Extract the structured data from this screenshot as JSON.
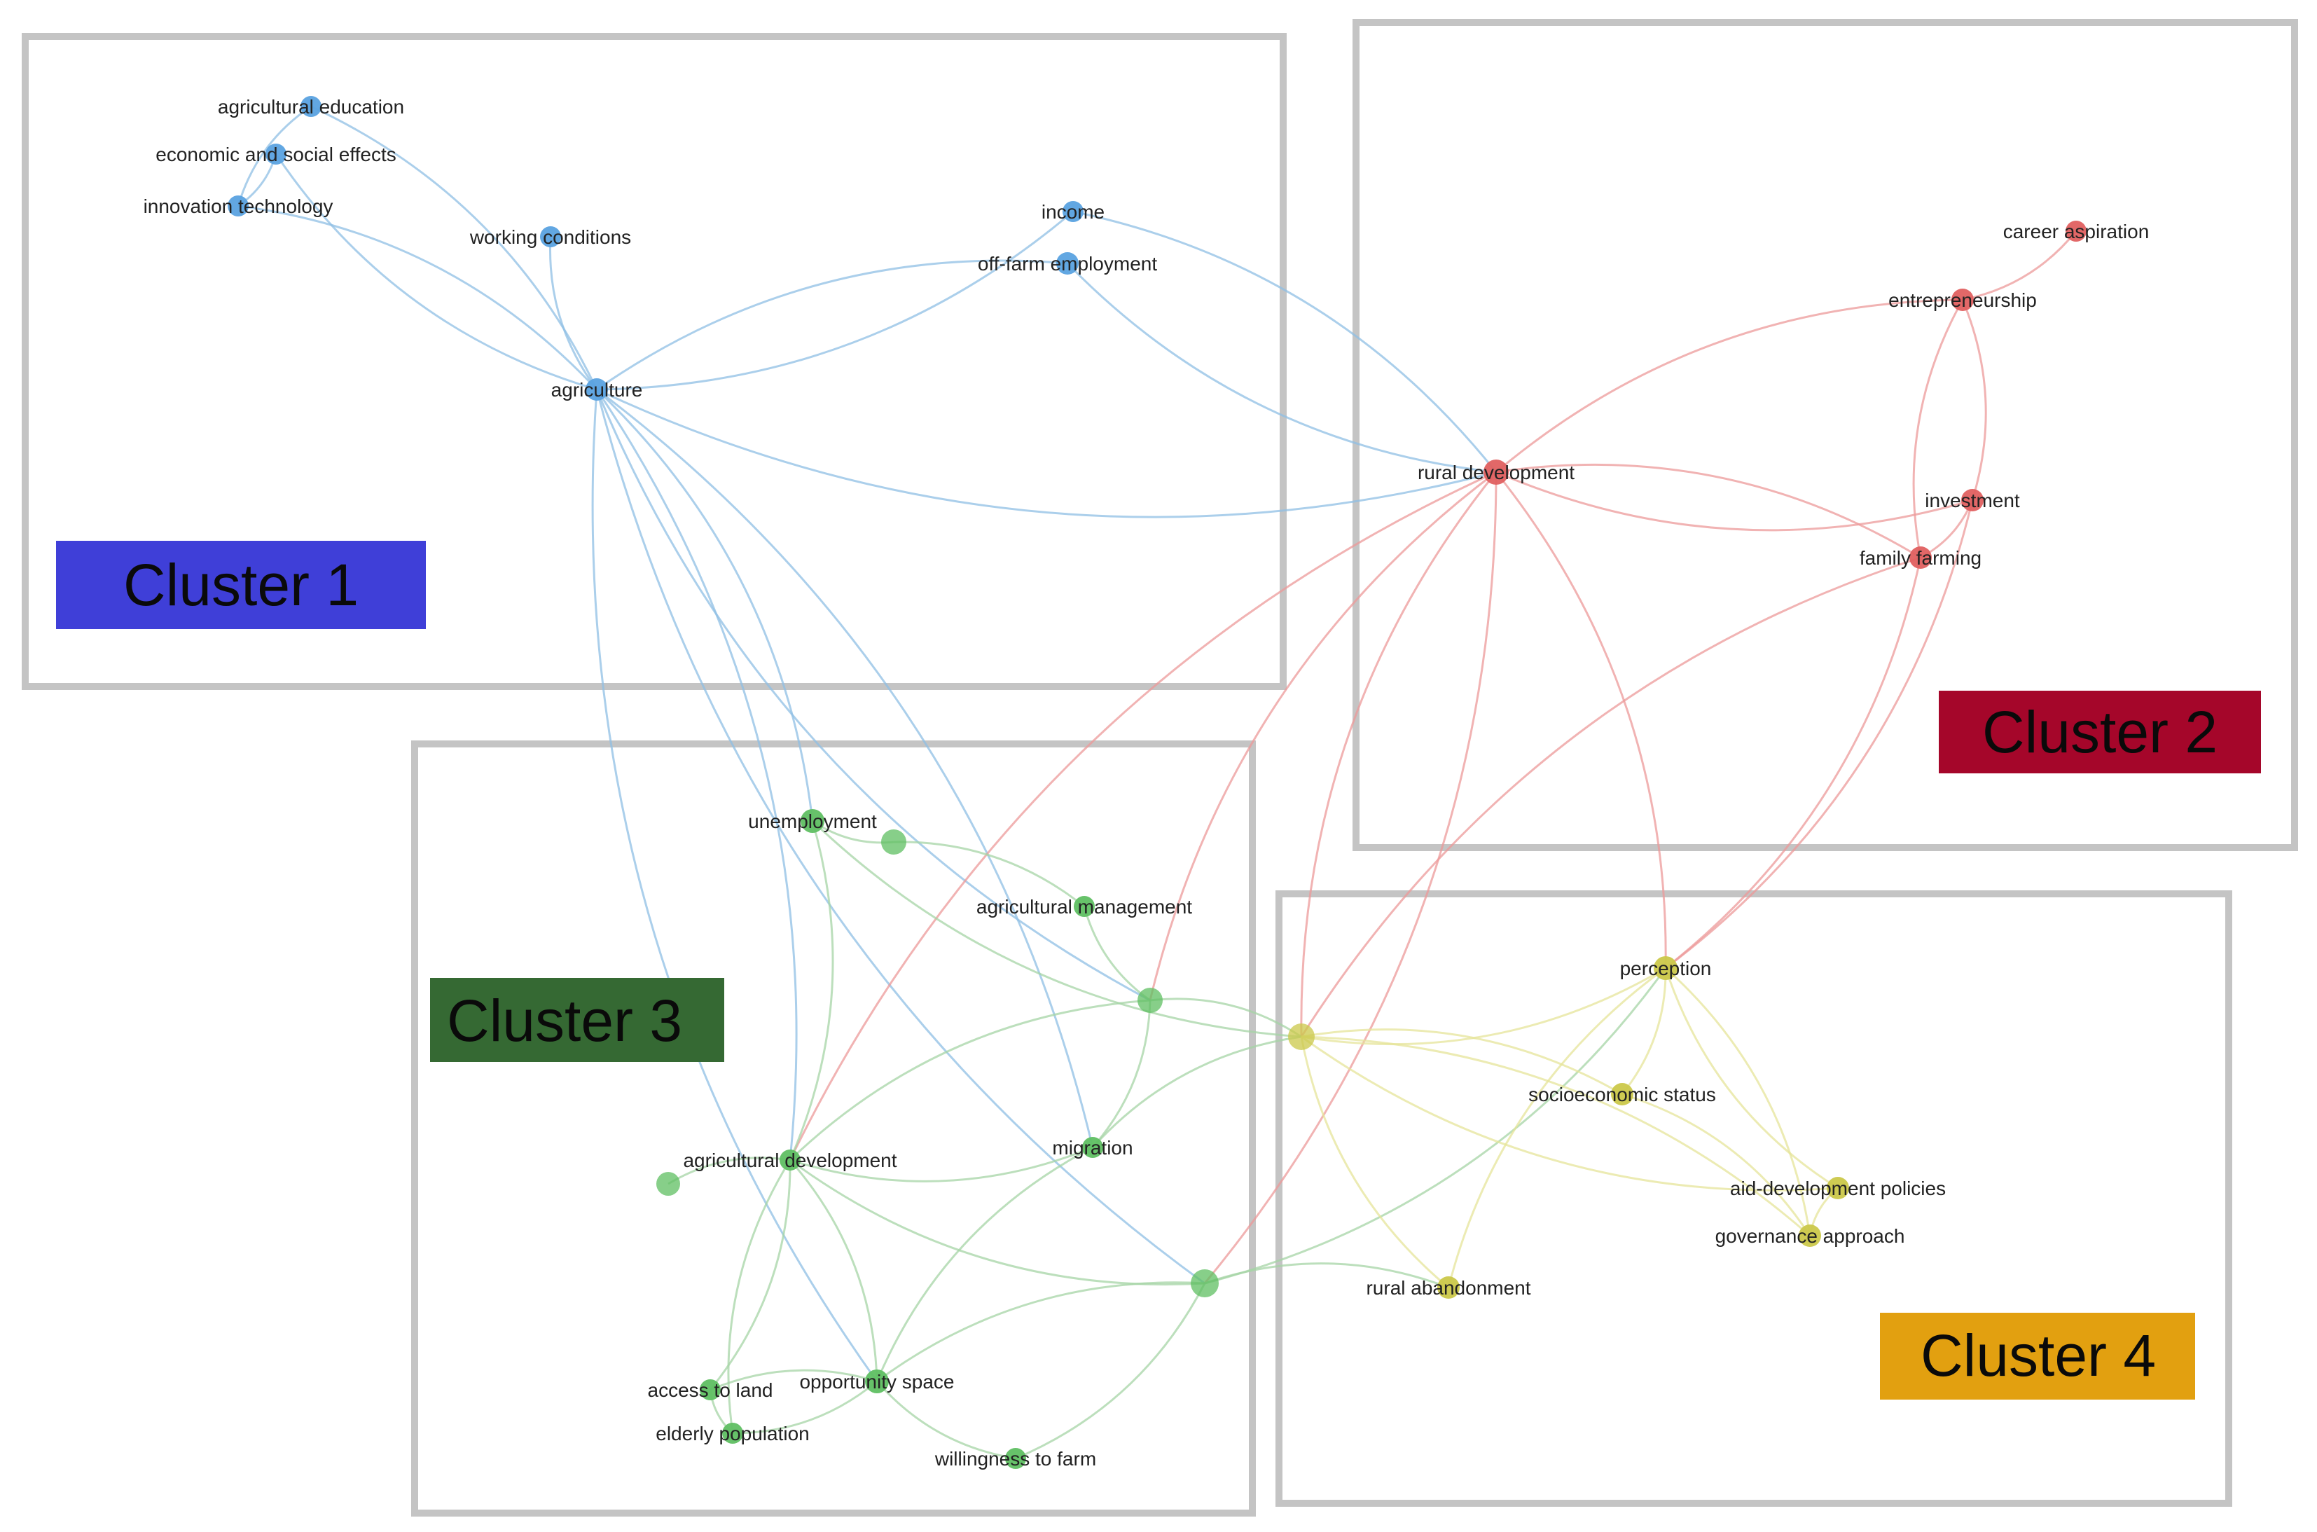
{
  "clusters": [
    {
      "id": 1,
      "label": "Cluster 1",
      "badge_color": "#3f3fd8",
      "node_color": "#5aa2e0",
      "edge_color": "#8fbfe4"
    },
    {
      "id": 2,
      "label": "Cluster 2",
      "badge_color": "#a5062a",
      "node_color": "#e06060",
      "edge_color": "#ec9a9a"
    },
    {
      "id": 3,
      "label": "Cluster 3",
      "badge_color": "#356933",
      "node_color": "#5fbf62",
      "edge_color": "#a6d4a5"
    },
    {
      "id": 4,
      "label": "Cluster 4",
      "badge_color": "#e2a010",
      "node_color": "#cbc84a",
      "edge_color": "#e6e49a"
    }
  ],
  "nodes": [
    {
      "id": "agricultural_education",
      "label": "agricultural education",
      "cluster": 1
    },
    {
      "id": "economic_social_effects",
      "label": "economic and social effects",
      "cluster": 1
    },
    {
      "id": "innovation_technology",
      "label": "innovation technology",
      "cluster": 1
    },
    {
      "id": "working_conditions",
      "label": "working conditions",
      "cluster": 1
    },
    {
      "id": "income",
      "label": "income",
      "cluster": 1
    },
    {
      "id": "off_farm_employment",
      "label": "off-farm employment",
      "cluster": 1
    },
    {
      "id": "agriculture",
      "label": "agriculture",
      "cluster": 1
    },
    {
      "id": "career_aspiration",
      "label": "career aspiration",
      "cluster": 2
    },
    {
      "id": "entrepreneurship",
      "label": "entrepreneurship",
      "cluster": 2
    },
    {
      "id": "rural_development",
      "label": "rural development",
      "cluster": 2
    },
    {
      "id": "investment",
      "label": "investment",
      "cluster": 2
    },
    {
      "id": "family_farming",
      "label": "family farming",
      "cluster": 2
    },
    {
      "id": "unemployment",
      "label": "unemployment",
      "cluster": 3
    },
    {
      "id": "g_unlabeled_1",
      "label": "",
      "cluster": 3
    },
    {
      "id": "agricultural_management",
      "label": "agricultural management",
      "cluster": 3
    },
    {
      "id": "g_unlabeled_2",
      "label": "",
      "cluster": 3
    },
    {
      "id": "agricultural_development",
      "label": "agricultural development",
      "cluster": 3
    },
    {
      "id": "g_unlabeled_3",
      "label": "",
      "cluster": 3
    },
    {
      "id": "migration",
      "label": "migration",
      "cluster": 3
    },
    {
      "id": "g_unlabeled_4",
      "label": "",
      "cluster": 3
    },
    {
      "id": "access_to_land",
      "label": "access to land",
      "cluster": 3
    },
    {
      "id": "opportunity_space",
      "label": "opportunity space",
      "cluster": 3
    },
    {
      "id": "elderly_population",
      "label": "elderly population",
      "cluster": 3
    },
    {
      "id": "willingness_to_farm",
      "label": "willingness to farm",
      "cluster": 3
    },
    {
      "id": "perception",
      "label": "perception",
      "cluster": 4
    },
    {
      "id": "y_unlabeled_1",
      "label": "",
      "cluster": 4
    },
    {
      "id": "socioeconomic_status",
      "label": "socioeconomic status",
      "cluster": 4
    },
    {
      "id": "aid_development_policies",
      "label": "aid-development policies",
      "cluster": 4
    },
    {
      "id": "governance_approach",
      "label": "governance approach",
      "cluster": 4
    },
    {
      "id": "rural_abandonment",
      "label": "rural abandonment",
      "cluster": 4
    }
  ],
  "edges": [
    [
      "agriculture",
      "agricultural_education"
    ],
    [
      "agriculture",
      "economic_social_effects"
    ],
    [
      "agriculture",
      "innovation_technology"
    ],
    [
      "agriculture",
      "working_conditions"
    ],
    [
      "agriculture",
      "income"
    ],
    [
      "agriculture",
      "off_farm_employment"
    ],
    [
      "agricultural_education",
      "innovation_technology"
    ],
    [
      "economic_social_effects",
      "innovation_technology"
    ],
    [
      "agriculture",
      "rural_development"
    ],
    [
      "income",
      "rural_development"
    ],
    [
      "off_farm_employment",
      "rural_development"
    ],
    [
      "agriculture",
      "unemployment"
    ],
    [
      "agriculture",
      "g_unlabeled_2"
    ],
    [
      "agriculture",
      "migration"
    ],
    [
      "agriculture",
      "g_unlabeled_4"
    ],
    [
      "agriculture",
      "agricultural_development"
    ],
    [
      "agriculture",
      "opportunity_space"
    ],
    [
      "rural_development",
      "entrepreneurship"
    ],
    [
      "rural_development",
      "investment"
    ],
    [
      "rural_development",
      "family_farming"
    ],
    [
      "entrepreneurship",
      "career_aspiration"
    ],
    [
      "entrepreneurship",
      "investment"
    ],
    [
      "entrepreneurship",
      "family_farming"
    ],
    [
      "investment",
      "family_farming"
    ],
    [
      "rural_development",
      "g_unlabeled_2"
    ],
    [
      "rural_development",
      "perception"
    ],
    [
      "rural_development",
      "y_unlabeled_1"
    ],
    [
      "rural_development",
      "g_unlabeled_4"
    ],
    [
      "rural_development",
      "agricultural_development"
    ],
    [
      "family_farming",
      "perception"
    ],
    [
      "family_farming",
      "y_unlabeled_1"
    ],
    [
      "investment",
      "perception"
    ],
    [
      "unemployment",
      "g_unlabeled_1"
    ],
    [
      "unemployment",
      "agricultural_development"
    ],
    [
      "unemployment",
      "y_unlabeled_1"
    ],
    [
      "g_unlabeled_1",
      "agricultural_management"
    ],
    [
      "agricultural_management",
      "g_unlabeled_2"
    ],
    [
      "g_unlabeled_2",
      "migration"
    ],
    [
      "g_unlabeled_2",
      "agricultural_development"
    ],
    [
      "g_unlabeled_2",
      "y_unlabeled_1"
    ],
    [
      "agricultural_development",
      "migration"
    ],
    [
      "agricultural_development",
      "access_to_land"
    ],
    [
      "agricultural_development",
      "elderly_population"
    ],
    [
      "agricultural_development",
      "opportunity_space"
    ],
    [
      "agricultural_development",
      "g_unlabeled_4"
    ],
    [
      "g_unlabeled_3",
      "agricultural_development"
    ],
    [
      "migration",
      "opportunity_space"
    ],
    [
      "migration",
      "y_unlabeled_1"
    ],
    [
      "opportunity_space",
      "access_to_land"
    ],
    [
      "opportunity_space",
      "elderly_population"
    ],
    [
      "opportunity_space",
      "willingness_to_farm"
    ],
    [
      "opportunity_space",
      "g_unlabeled_4"
    ],
    [
      "access_to_land",
      "elderly_population"
    ],
    [
      "g_unlabeled_4",
      "willingness_to_farm"
    ],
    [
      "g_unlabeled_4",
      "perception"
    ],
    [
      "g_unlabeled_4",
      "rural_abandonment"
    ],
    [
      "y_unlabeled_1",
      "perception"
    ],
    [
      "y_unlabeled_1",
      "socioeconomic_status"
    ],
    [
      "y_unlabeled_1",
      "aid_development_policies"
    ],
    [
      "y_unlabeled_1",
      "governance_approach"
    ],
    [
      "y_unlabeled_1",
      "rural_abandonment"
    ],
    [
      "perception",
      "socioeconomic_status"
    ],
    [
      "perception",
      "aid_development_policies"
    ],
    [
      "perception",
      "governance_approach"
    ],
    [
      "perception",
      "rural_abandonment"
    ],
    [
      "socioeconomic_status",
      "governance_approach"
    ],
    [
      "aid_development_policies",
      "governance_approach"
    ]
  ]
}
